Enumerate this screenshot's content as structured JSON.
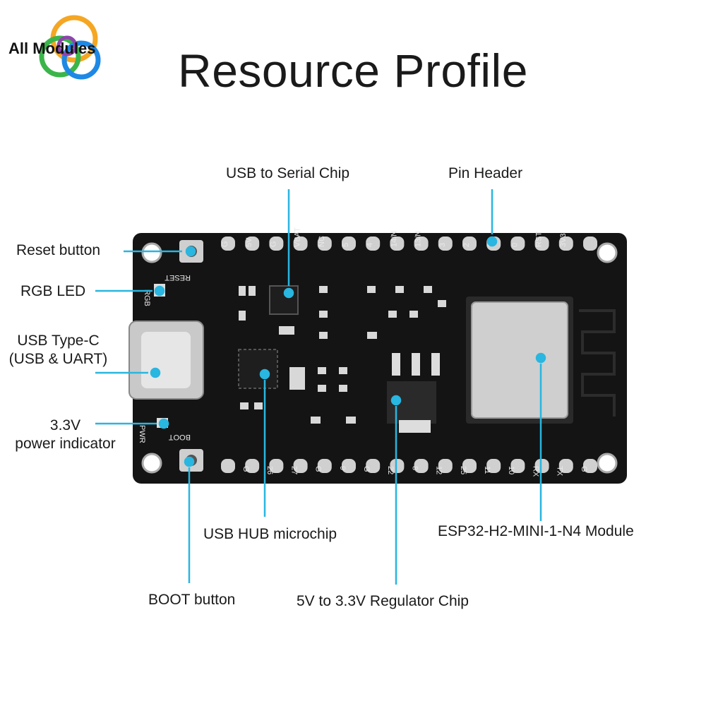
{
  "header": {
    "title": "Resource Profile",
    "logo_text": "All Modules"
  },
  "labels": {
    "reset_button": "Reset button",
    "rgb_led": "RGB LED",
    "usb_typec_line1": "USB Type-C",
    "usb_typec_line2": "(USB & UART)",
    "power_line1": "3.3V",
    "power_line2": "power indicator",
    "usb_serial": "USB to Serial Chip",
    "pin_header": "Pin Header",
    "usb_hub": "USB HUB microchip",
    "esp_module": "ESP32-H2-MINI-1-N4 Module",
    "boot_button": "BOOT button",
    "regulator": "5V to 3.3V Regulator Chip"
  },
  "board": {
    "top_pins": [
      "G",
      "5V",
      "G",
      "VBAT",
      "NC",
      "5",
      "4",
      "14/N",
      "13/N",
      "3",
      "2",
      "1",
      "0",
      "RST",
      "3V3"
    ],
    "bottom_pins": [
      "G",
      "26",
      "27",
      "G",
      "9",
      "G",
      "22",
      "8",
      "12",
      "25",
      "11",
      "10",
      "RX",
      "TX",
      "G"
    ],
    "silk_reset": "RESET",
    "silk_rgb": "RGB",
    "silk_pwr": "PWR",
    "silk_boot": "BOOT"
  },
  "colors": {
    "leader_line": "#29b6e0",
    "pcb": "#141414",
    "silk": "#e8e8e8"
  }
}
